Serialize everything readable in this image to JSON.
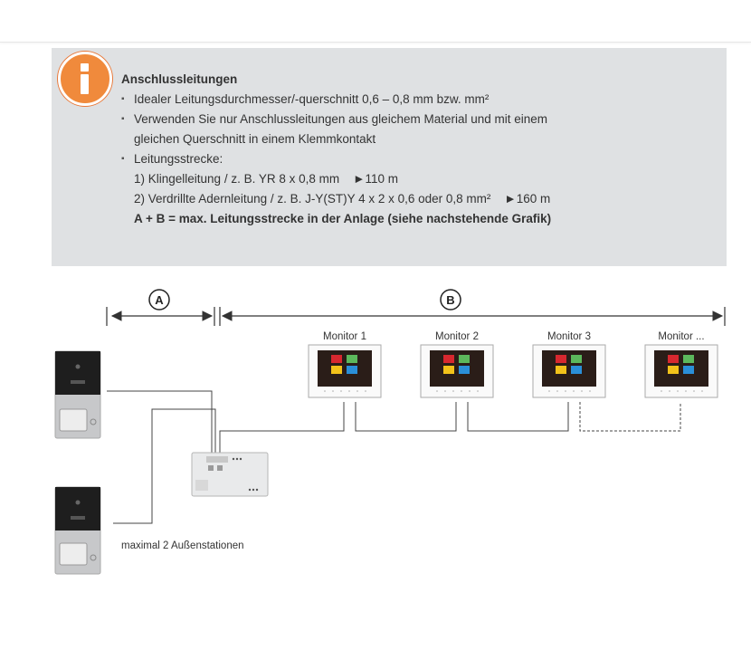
{
  "info": {
    "title": "Anschlussleitungen",
    "bullets": [
      "Idealer Leitungsdurchmesser/-querschnitt 0,6 – 0,8 mm bzw. mm²",
      "Verwenden Sie nur Anschlussleitungen aus gleichem Material und mit einem",
      "gleichen Querschnitt in einem Klemmkontakt",
      "Leitungsstrecke:"
    ],
    "routes": [
      "1) Klingelleitung / z. B. YR 8 x 0,8 mm    ►110 m",
      "2) Verdrillte Adernleitung / z. B. J-Y(ST)Y 4 x 2 x 0,6 oder 0,8 mm²    ►160 m"
    ],
    "summary": "A + B = max. Leitungsstrecke in der Anlage (siehe nachstehende Grafik)"
  },
  "diagram": {
    "label_a": "A",
    "label_b": "B",
    "monitors": [
      "Monitor 1",
      "Monitor 2",
      "Monitor 3",
      "Monitor ..."
    ],
    "caption": "maximal 2 Außenstationen",
    "colors": {
      "tile_red": "#d7282f",
      "tile_green": "#5cb85c",
      "tile_yellow": "#f2c21a",
      "tile_blue": "#2a8fd8",
      "icon_orange": "#f08a3c"
    }
  }
}
